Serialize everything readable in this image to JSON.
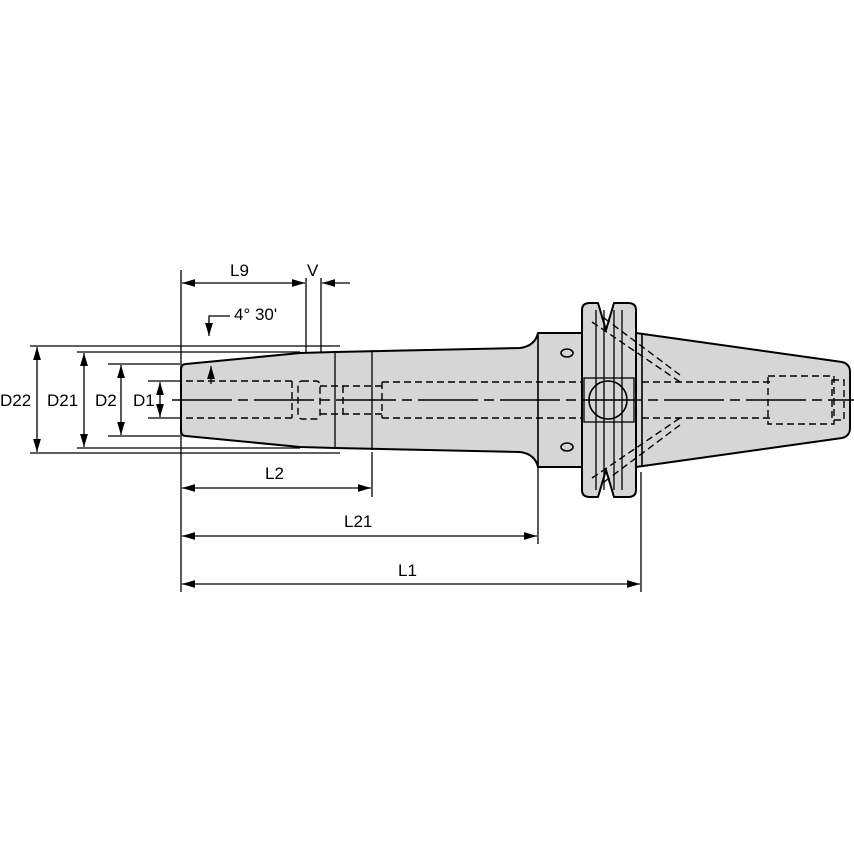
{
  "drawing": {
    "type": "technical-drawing",
    "subject": "tool holder (shrink-fit / taper shank) side view with dimensions",
    "colors": {
      "body_fill": "#d6d6d6",
      "lines": "#000000",
      "background": "#ffffff"
    }
  },
  "dimensions": {
    "L9": "L9",
    "V": "V",
    "angle": "4° 30'",
    "D22": "D22",
    "D21": "D21",
    "D2": "D2",
    "D1": "D1",
    "L2": "L2",
    "L21": "L21",
    "L1": "L1"
  }
}
